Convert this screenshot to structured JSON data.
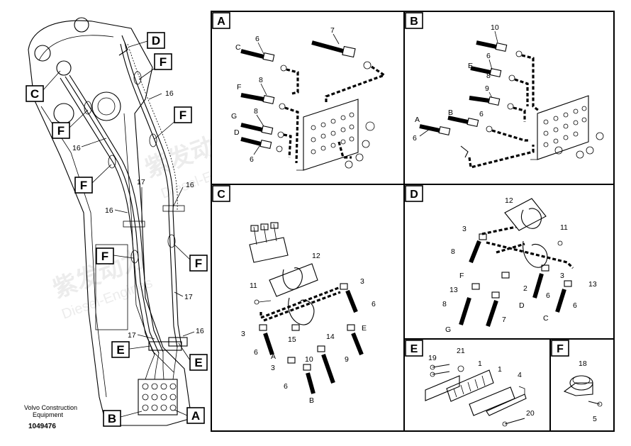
{
  "watermark": {
    "cn": "紫发动力",
    "en": "Diesel-Engines"
  },
  "footer": {
    "company_line1": "Volvo Construction",
    "company_line2": "Equipment",
    "figure_number": "1049476"
  },
  "overview": {
    "tags": {
      "D": "D",
      "F1": "F",
      "C": "C",
      "F2": "F",
      "F3": "F",
      "F4": "F",
      "F5": "F",
      "F6": "F",
      "E1": "E",
      "E2": "E",
      "B": "B",
      "A": "A"
    },
    "numbers": {
      "n16a": "16",
      "n16b": "16",
      "n16c": "16",
      "n16d": "16",
      "n17a": "17",
      "n17b": "17",
      "n17c": "17",
      "n16e": "16"
    }
  },
  "panelA": {
    "label": "A",
    "items": {
      "i6a": "6",
      "i7": "7",
      "lC": "C",
      "i8a": "8",
      "lF": "F",
      "i8b": "8",
      "lG": "G",
      "lD": "D",
      "i6b": "6"
    }
  },
  "panelB": {
    "label": "B",
    "items": {
      "i10": "10",
      "i6a": "6",
      "lE": "E",
      "i8": "8",
      "i9": "9",
      "lB": "B",
      "i6b": "6",
      "lA": "A",
      "i6c": "6"
    }
  },
  "panelC": {
    "label": "C",
    "items": {
      "i12": "12",
      "i11": "11",
      "i3a": "3",
      "i6a": "6",
      "i3b": "3",
      "i15": "15",
      "i14": "14",
      "lE": "E",
      "i6b": "6",
      "lA": "A",
      "i3c": "3",
      "i10": "10",
      "i9": "9",
      "i6c": "6",
      "lB": "B"
    }
  },
  "panelD": {
    "label": "D",
    "items": {
      "i12": "12",
      "i11": "11",
      "i3a": "3",
      "i8a": "8",
      "lF": "F",
      "i13a": "13",
      "i3b": "3",
      "i13b": "13",
      "i2": "2",
      "i6a": "6",
      "lD": "D",
      "i8b": "8",
      "i7": "7",
      "lG": "G",
      "i6b": "6",
      "lC": "C"
    }
  },
  "panelE": {
    "label": "E",
    "items": {
      "i19": "19",
      "i21": "21",
      "i1a": "1",
      "i1b": "1",
      "i4": "4",
      "i20": "20"
    }
  },
  "panelF": {
    "label": "F",
    "items": {
      "i18": "18",
      "i5": "5"
    }
  }
}
